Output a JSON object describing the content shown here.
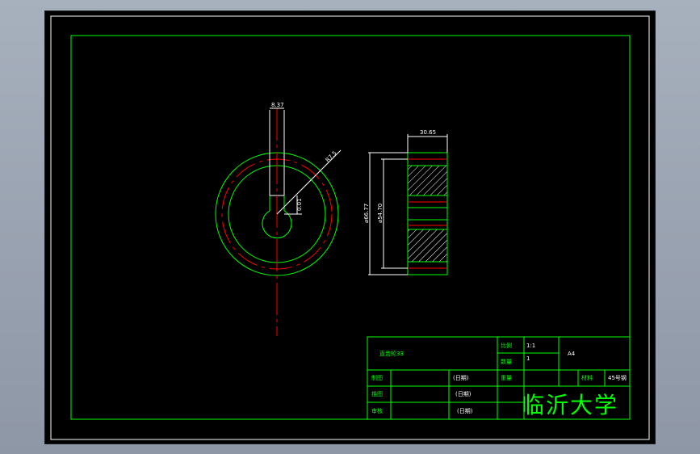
{
  "colors": {
    "background": "#000000",
    "outline": "#00ff00",
    "center_line": "#ff0000",
    "frame": "#ffffff",
    "dimension": "#ffffff",
    "title_text": "#00ff00"
  },
  "dimensions": {
    "keyway_width": "8.37",
    "keyway_depth": "0.01",
    "outer_radius": "R7.5",
    "face_width": "30.65",
    "outer_diameter": "⌀66.77",
    "inner_diameter": "⌀54.70"
  },
  "title_block": {
    "part_name": "直齿轮33",
    "scale_label": "比例",
    "scale_value": "1:1",
    "quantity_label": "数量",
    "quantity_value": "1",
    "weight_label": "重量",
    "sheet_code": "A4",
    "drawn_label": "制图",
    "design_label": "描图",
    "review_label": "审核",
    "date_1": "(日期)",
    "date_2": "(日期)",
    "date_3": "(日期)",
    "material_label": "材料",
    "material_value": "45号钢",
    "university": "临沂大学"
  }
}
